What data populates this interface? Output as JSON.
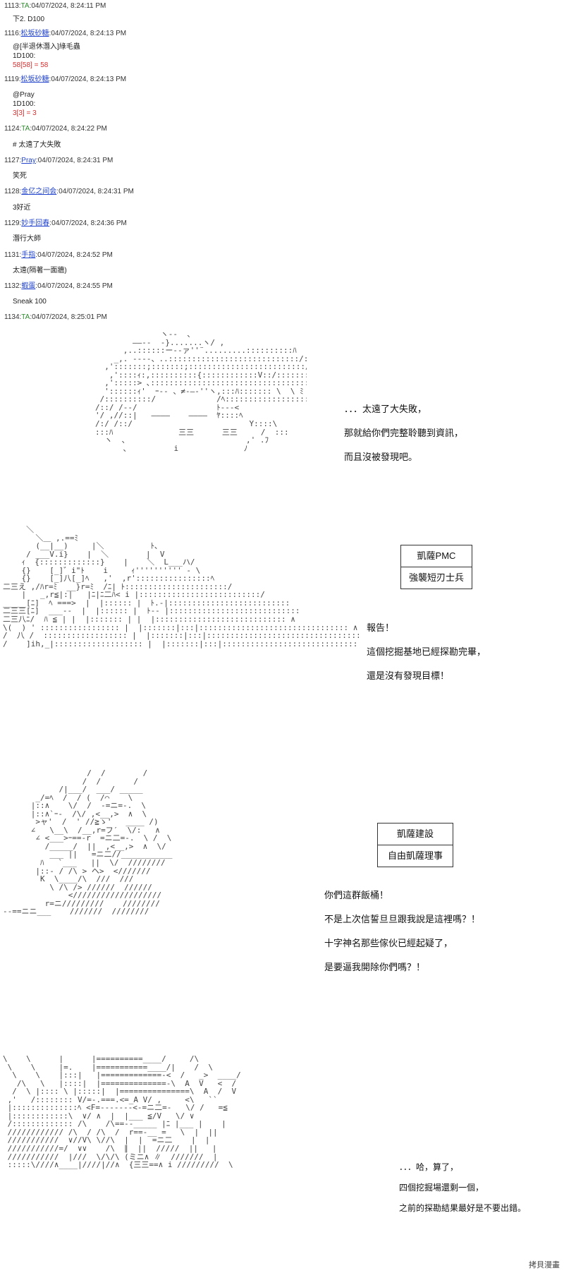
{
  "posts": [
    {
      "num": "1113:",
      "name": "TA",
      "name_is_link": false,
      "date": ":04/07/2024, 8:24:11 PM",
      "body": "下2. D100"
    },
    {
      "num": "1116:",
      "name": "松坂砂糖",
      "name_is_link": true,
      "date": ":04/07/2024, 8:24:13 PM",
      "body": "@[半退休潛入]綠毛蟲\n1D100:",
      "dice": "58[58] = 58"
    },
    {
      "num": "1119:",
      "name": "松坂砂糖",
      "name_is_link": true,
      "date": ":04/07/2024, 8:24:13 PM",
      "body": "@Pray\n1D100:",
      "dice": "3[3] = 3"
    },
    {
      "num": "1124:",
      "name": "TA",
      "name_is_link": false,
      "date": ":04/07/2024, 8:24:22 PM",
      "body": "# 太遠了大失敗"
    },
    {
      "num": "1127:",
      "name": "Pray",
      "name_is_link": true,
      "date": ":04/07/2024, 8:24:31 PM",
      "body": "笑死"
    },
    {
      "num": "1128:",
      "name": "金亿之间会",
      "name_is_link": true,
      "date": ":04/07/2024, 8:24:31 PM",
      "body": "3好近"
    },
    {
      "num": "1129:",
      "name": "妙手回春",
      "name_is_link": true,
      "date": ":04/07/2024, 8:24:36 PM",
      "body": "潛行大師"
    },
    {
      "num": "1131:",
      "name": "手指",
      "name_is_link": true,
      "date": ":04/07/2024, 8:24:52 PM",
      "body": "太遠(隔著一面牆)"
    },
    {
      "num": "1132:",
      "name": "蝦蛋",
      "name_is_link": true,
      "date": ":04/07/2024, 8:24:55 PM",
      "body": "Sneak 100"
    },
    {
      "num": "1134:",
      "name": "TA",
      "name_is_link": false,
      "date": ":04/07/2024, 8:25:01 PM",
      "body": ""
    }
  ],
  "panels": [
    {
      "art": "              ヽ-‐  、\n        ――‐-  ‐}.......ヽ/ ,\n      ,..::::::ー-‐ァ''¨.........::::::::::ﾊ\n    _,. ----、..::::::::::::::::::::::::::::/:/ \\\n  ,':::::::;:::::::;:::::::::::::::::::::::::/:/    \\\n   ,'::::ｨ:,::::::::::{::::::::::::V::/:::::::/~\"~ﾐ\n  ,':::::> ､::::::::::::::::::::::::::::::::::::::/  〃\n  '::::::ｨ'  ｰ-- 、≠‐―‐''ヽ,:::ﾊ::::::: \\  \\ ﾐ\n /::::::::::/             /ﾍ:::::::::::::::::::ゝ\n/::/ /‐-/                 ﾄ---<\n'/ ,//::|   ――――    ――――  ﾔ::::ﾍ\n/:/ /::/                         Y::::\\\n:::ﾊ              三三      三三     /  :::\n  ヽ  、                         ,' .ﾌ\n      ､          i              ﾉ",
      "lines": [
        "．．．太遠了大失敗，",
        "那就給你們完整聆聽到資訊，",
        "而且沒被發現吧。"
      ]
    },
    {
      "speaker": [
        "凱薩PMC",
        "強襲短刃士兵"
      ],
      "art": "     ＼\n       ＼＿ ,.==ﾐ\n       (__|__)     |＼          ﾄ､\n     / ___V.i}    |  ＼        |  V\n    ｨ  {:::::::::::::}    |    ＼  L___ハ/\n    {}    [_]゛i\"ﾄ    i     ｨ'''''''''' ‐ \\\n    {}    [_]八[_]ﾍ   ,'  ,r'::::::::::::::::ﾍ\n二三え ,/ﾊr=ﾐ  __}r=ﾐ  /ﾆ| ﾄ::::::::::::::::::::::/\n    |   _,r≦|:|   |ﾆ|ﾆ二ﾊ< i |::::::::::::::::::::::::::/\n_____[ﾆ]  ﾍ ===>  |  |:::::: |  ﾄ.-|::::::::::::::::::::::::::\n二三三[ﾆ]  ___--  |  |:::::: |  ﾄ-- |::::::::::::::::::::::::::::\n二三八ﾆ/  ﾊ ≦ | |  |::::::: | |  |:::::::::::::::::::::::::::: ∧\n\\(  ) ' ::::::::::::::::: |  |:::::::|:::|:::::::::::::::::::::::::::::::: ∧\n/  八 /  :::::::::::::::::: |  |:::::::|:::|:::::::::::::::::::::::::::::::::::: ∧\n/    ]ih,_|::::::::::::::::::: |  |:::::::|:::|::::::::::::::::::::::::::::::::::::::",
      "lines": [
        "報告！",
        "這個挖掘基地已經探勘完畢，",
        "還是沒有發現目標！"
      ]
    },
    {
      "speaker": [
        "凱薩建設",
        "自由凱薩理事"
      ],
      "art": "                  /  /        /\n                 /  /       /\n            /|___/  ___/ _____\n       _/=ﾍ  /  / (  /⌒    \\\n      |::∧    \\/  /  -=ニ=-.  \\\n      |::∧`ｰ-  /\\/ ,<__,>  ∧  \\\n       >ャ'  /  ' //≧ゝ'   ____ /)\n      ∠   \\__\\  /__,r=フ′  \\/:   ∧\n       ∠ <___>ｰ==-r  =ニ二=-.  \\ /  \\\n         /_____/  ||  ,<__,>  ∧  \\/\n          ___ ||   =ニ二//___________\n        ﾊ   `___   ||  \\/  ////////\n       |::‐ / /\\ > ヘ>  <///////\n        K  \\____/\\  ///  ///\n          \\ /\\ /> //////  //////\n              <///////////////////\n         r=ニ/////////    ////////\n--==ニニ___    ///////  ////////",
      "lines": [
        "你們這群飯桶！",
        "不是上次信誓旦旦跟我說是這裡嗎？！",
        "十字神名那些傢伙已經起疑了，",
        "是要逼我開除你們嗎？！"
      ]
    },
    {
      "art": "\\    \\      |      |==========____/     /\\\n \\    \\     |=.    |===========____/|    /  \\\n  \\    \\    |:::|   |=============-<  /   _>  ____/\n   /\\   \\   |::::|  |==============-\\  A  V   <  /\n  /  \\ |:::: \\ |:::::|  |===============\\  A  /  V\n ,'   /:::::::: V/=-.===.<=_A V/ ,     <\\   ``\n |::::::::::::::ﾍ <F=-------<-=ニ二=-   \\/ /   =≦\n |::::::::::::\\  ∨/ ∧  |  |___ ≦/V   \\/ ∨\n /::::::::::::: /\\    /\\==--_____ |ﾆ |___ |    |\n //////////// /\\  / /\\  /  r==-__ =   \\  |  ||\n ///////////  ∨//V\\ \\//\\  |  |  =ニ二    |  |\n ///////////=/  ∨∨    /\\  ∥  ||  /////  ||   |\n ///////////  |///  \\/\\/\\ (ミニ∧ ∥  ///////  |\n :::::\\////∧____|////|//∧  {三三==∧ i /////////  \\",
      "lines": [
        "．．．哈，算了，",
        "四個挖掘場還剩一個，",
        "之前的探勘結果最好是不要出錯。"
      ]
    }
  ],
  "watermark": "拷貝漫畫"
}
